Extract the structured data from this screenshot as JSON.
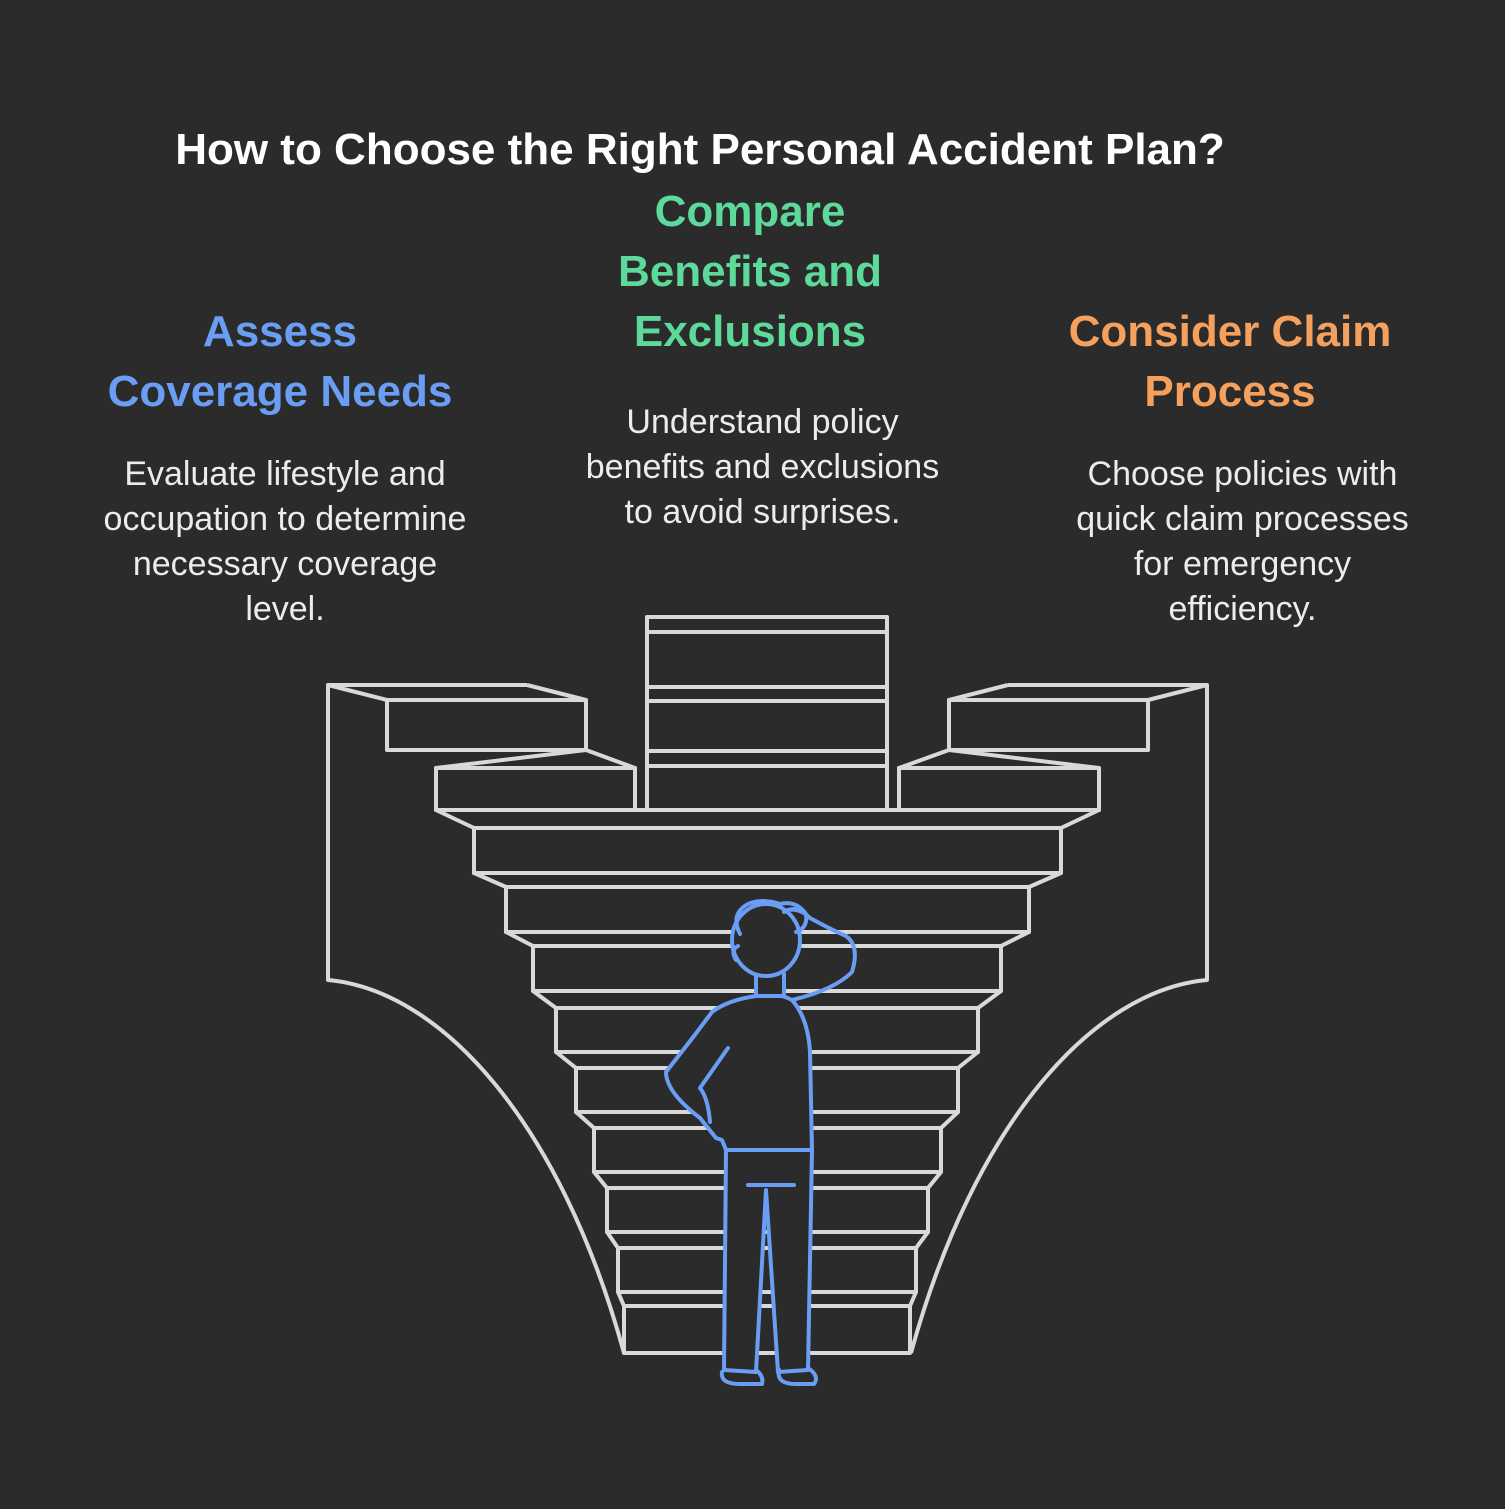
{
  "title": "How to Choose the Right Personal Accident Plan?",
  "colors": {
    "background": "#2b2b2b",
    "title": "#ffffff",
    "assess": "#6a9ef5",
    "compare": "#5dd99a",
    "claim": "#f5a05c",
    "description": "#ececec",
    "stairs": "#d9d9d9",
    "figure": "#6a9ef5"
  },
  "steps": [
    {
      "heading": "Assess\nCoverage Needs",
      "description": "Evaluate lifestyle and\noccupation to determine\nnecessary coverage\nlevel."
    },
    {
      "heading": "Compare\nBenefits and\nExclusions",
      "description": "Understand policy\nbenefits and exclusions\nto avoid surprises."
    },
    {
      "heading": "Consider Claim\nProcess",
      "description": "Choose policies with\nquick claim processes\nfor emergency\nefficiency."
    }
  ],
  "illustration": {
    "stairs_icon": "three-way-staircase-icon",
    "figure_icon": "thinking-person-icon"
  }
}
